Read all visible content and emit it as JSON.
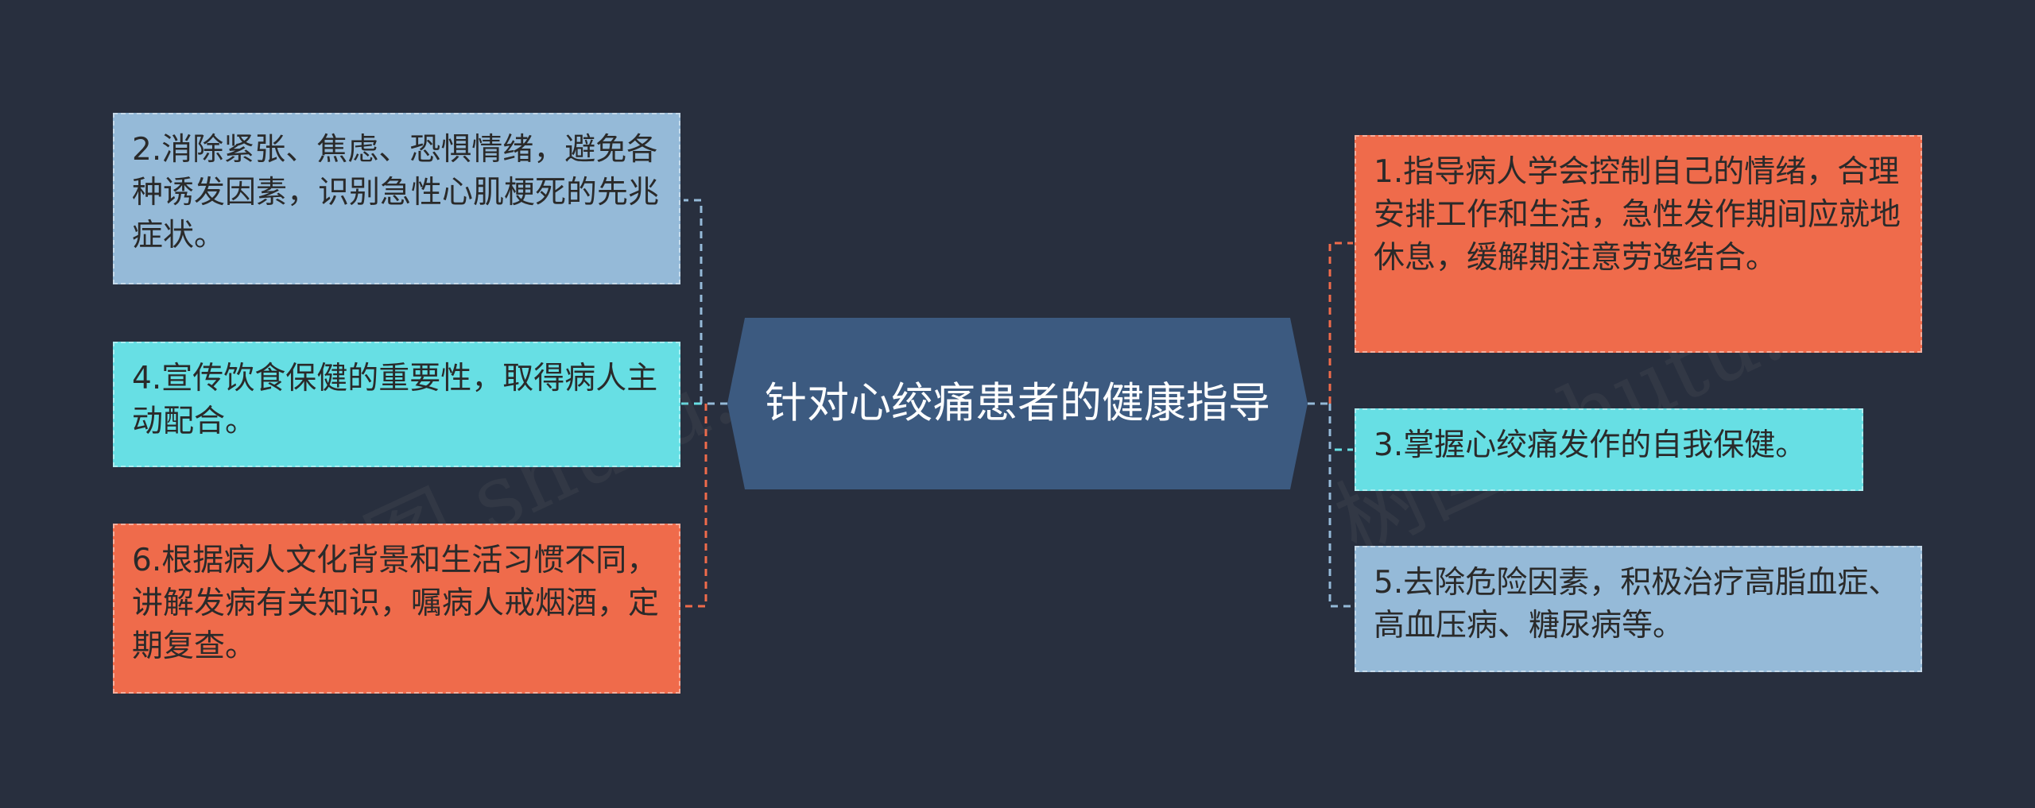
{
  "center": {
    "title": "针对心绞痛患者的健康指导"
  },
  "left_nodes": [
    {
      "id": "node-2",
      "text": "2.消除紧张、焦虑、恐惧情绪，避免各种诱发因素，识别急性心肌梗死的先兆症状。",
      "color": "#95bad8"
    },
    {
      "id": "node-4",
      "text": "4.宣传饮食保健的重要性，取得病人主动配合。",
      "color": "#67dfe4"
    },
    {
      "id": "node-6",
      "text": "6.根据病人文化背景和生活习惯不同，讲解发病有关知识，嘱病人戒烟酒，定期复查。",
      "color": "#ef6b4b"
    }
  ],
  "right_nodes": [
    {
      "id": "node-1",
      "text": "1.指导病人学会控制自己的情绪，合理安排工作和生活，急性发作期间应就地休息，缓解期注意劳逸结合。",
      "color": "#ef6b4b"
    },
    {
      "id": "node-3",
      "text": "3.掌握心绞痛发作的自我保健。",
      "color": "#67dfe4"
    },
    {
      "id": "node-5",
      "text": "5.去除危险因素，积极治疗高脂血症、高血压病、糖尿病等。",
      "color": "#95bad8"
    }
  ],
  "colors": {
    "background": "#282f3e",
    "center_fill": "#3c5a80",
    "blue": "#95bad8",
    "cyan": "#67dfe4",
    "orange": "#ef6b4b"
  },
  "watermark": "树图 shutu.cn"
}
